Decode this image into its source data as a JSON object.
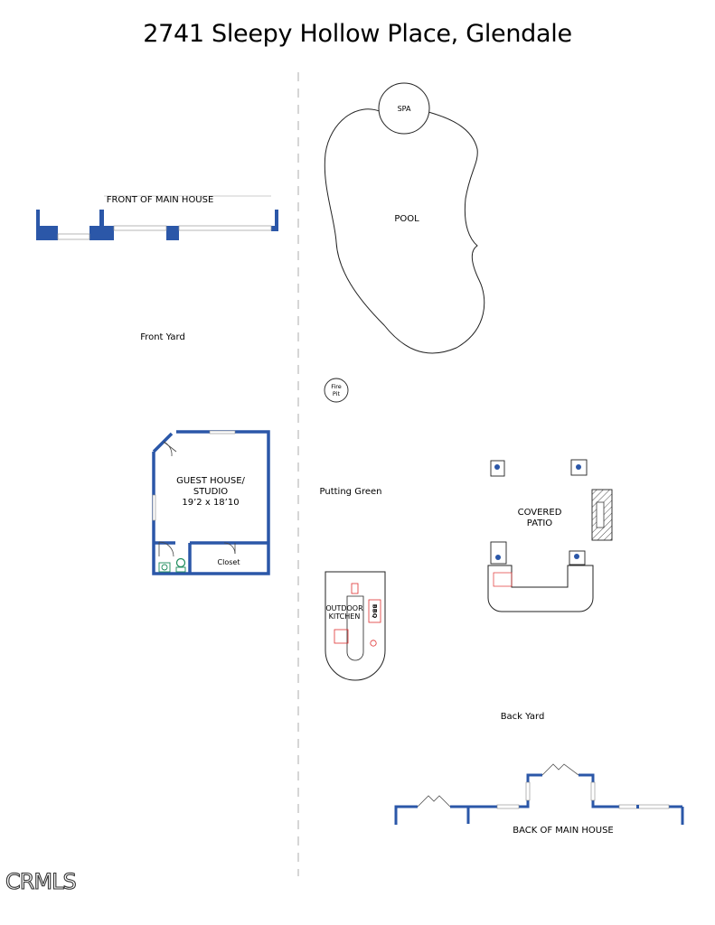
{
  "title": "2741 Sleepy Hollow Place, Glendale",
  "labels": {
    "front_main_house": "FRONT OF MAIN HOUSE",
    "front_yard": "Front Yard",
    "spa": "SPA",
    "pool": "POOL",
    "fire_pit_line1": "Fire",
    "fire_pit_line2": "Pit",
    "guest_house_line1": "GUEST HOUSE/",
    "guest_house_line2": "STUDIO",
    "guest_house_dims": "19’2 x 18’10",
    "closet": "Closet",
    "putting_green": "Putting Green",
    "covered_patio_line1": "COVERED",
    "covered_patio_line2": "PATIO",
    "outdoor_kitchen_line1": "OUTDOOR",
    "outdoor_kitchen_line2": "KITCHEN",
    "bbq": "BBQ",
    "back_yard": "Back Yard",
    "back_main_house": "BACK OF MAIN HOUSE"
  },
  "brand": "CRMLS",
  "colors": {
    "wall": "#2b57a8",
    "outline": "#222222",
    "appliance": "#e03030",
    "fixture": "#1a8a5a"
  }
}
